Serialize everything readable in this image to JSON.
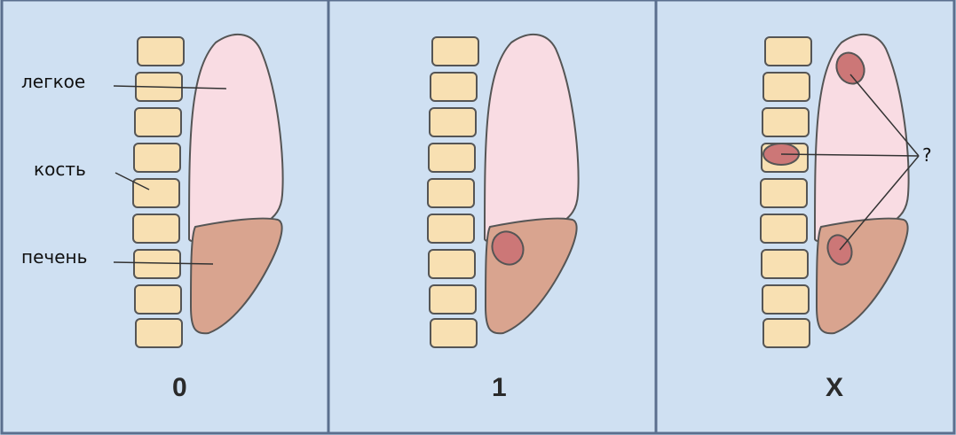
{
  "labels": {
    "lung": "легкое",
    "bone": "кость",
    "liver": "печень",
    "question": "?"
  },
  "panels": [
    {
      "caption": "0"
    },
    {
      "caption": "1"
    },
    {
      "caption": "X"
    }
  ],
  "colors": {
    "background": "#cfe0f2",
    "border": "#5b6f8e",
    "vertebra": "#f8e0b2",
    "lung": "#f9dce3",
    "liver": "#d9a48f",
    "lesion": "#cc7777",
    "outline": "#555555"
  }
}
